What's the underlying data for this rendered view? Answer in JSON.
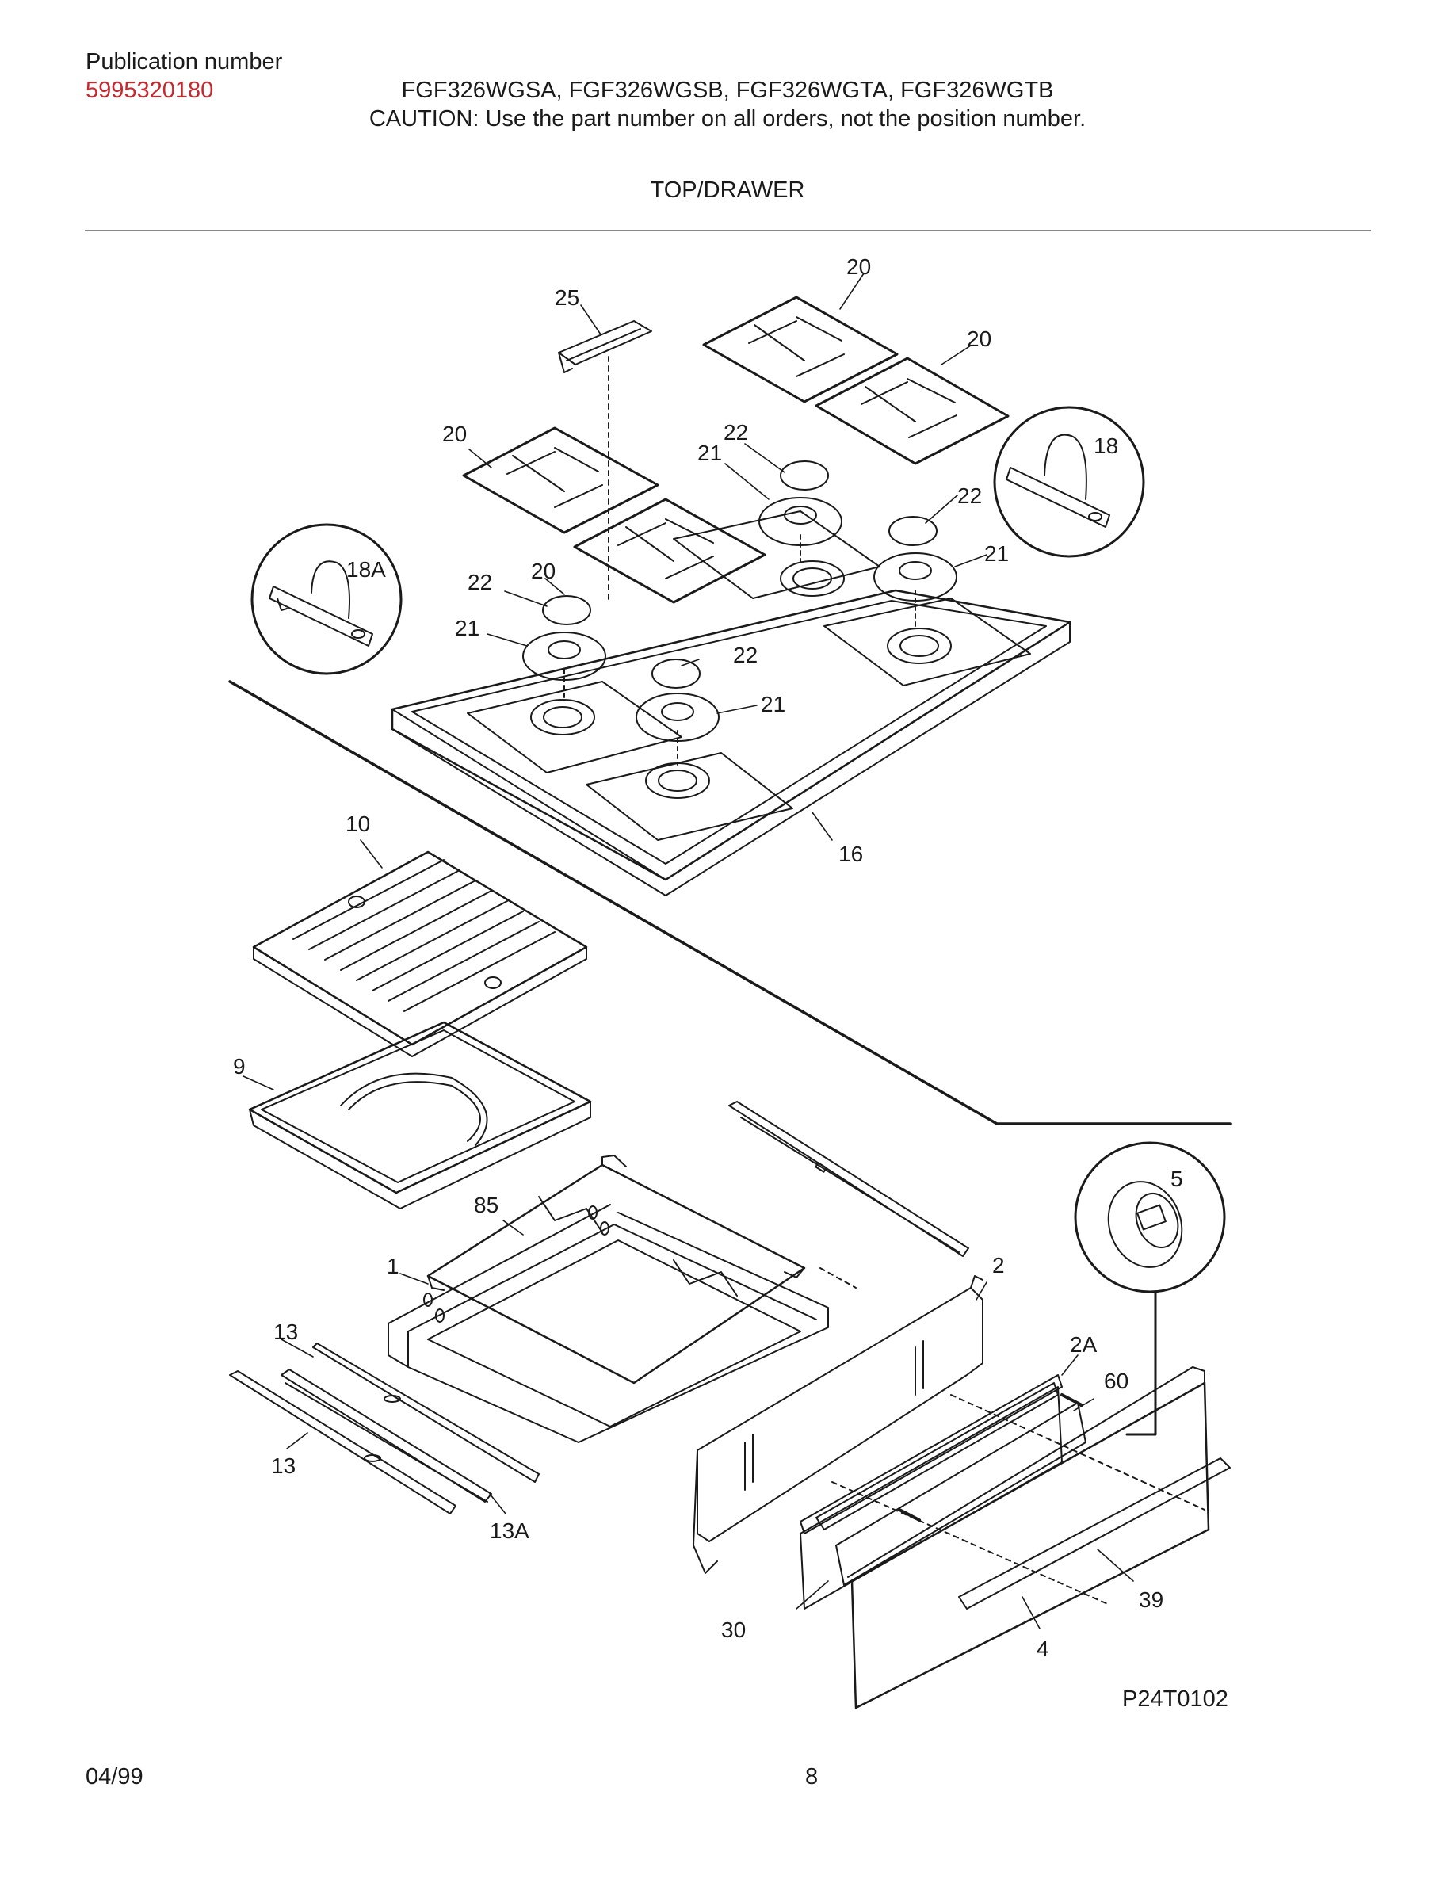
{
  "header": {
    "publication_label": "Publication number",
    "publication_number": "5995320180",
    "models": "FGF326WGSA, FGF326WGSB, FGF326WGTA,  FGF326WGTB",
    "caution": "CAUTION:  Use the part number on all orders, not the position number.",
    "section_title": "TOP/DRAWER"
  },
  "footer": {
    "date": "04/99",
    "page": "8",
    "drawing_id": "P24T0102"
  },
  "callouts": {
    "c25": "25",
    "c20a": "20",
    "c20b": "20",
    "c20c": "20",
    "c20d": "20",
    "c22a": "22",
    "c21a": "21",
    "c18": "18",
    "c22b": "22",
    "c21b": "21",
    "c18a": "18A",
    "c22c": "22",
    "c21c": "21",
    "c22d": "22",
    "c21d": "21",
    "c16": "16",
    "c10": "10",
    "c9": "9",
    "c85": "85",
    "c1": "1",
    "c13a": "13",
    "c13b": "13",
    "c13A": "13A",
    "c5": "5",
    "c2": "2",
    "c2A": "2A",
    "c60": "60",
    "c39": "39",
    "c30": "30",
    "c4": "4"
  },
  "colors": {
    "publication_number": "#c8282d",
    "line": "#1a1a1a"
  }
}
